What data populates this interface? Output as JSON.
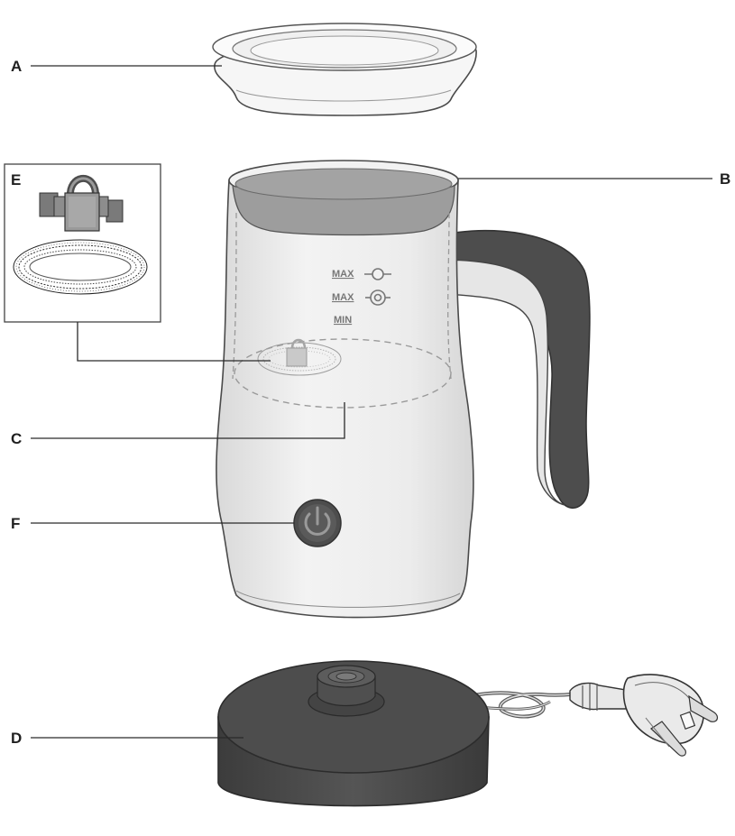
{
  "callouts": {
    "a": "A",
    "b": "B",
    "c": "C",
    "d": "D",
    "e": "E",
    "f": "F"
  },
  "jug_markings": {
    "max_froth": "MAX",
    "max_heat": "MAX",
    "min": "MIN"
  },
  "colors": {
    "outline": "#4a4a4a",
    "body": "#ebebeb",
    "dark": "#4d4d4d",
    "lid": "#f4f4f4"
  }
}
